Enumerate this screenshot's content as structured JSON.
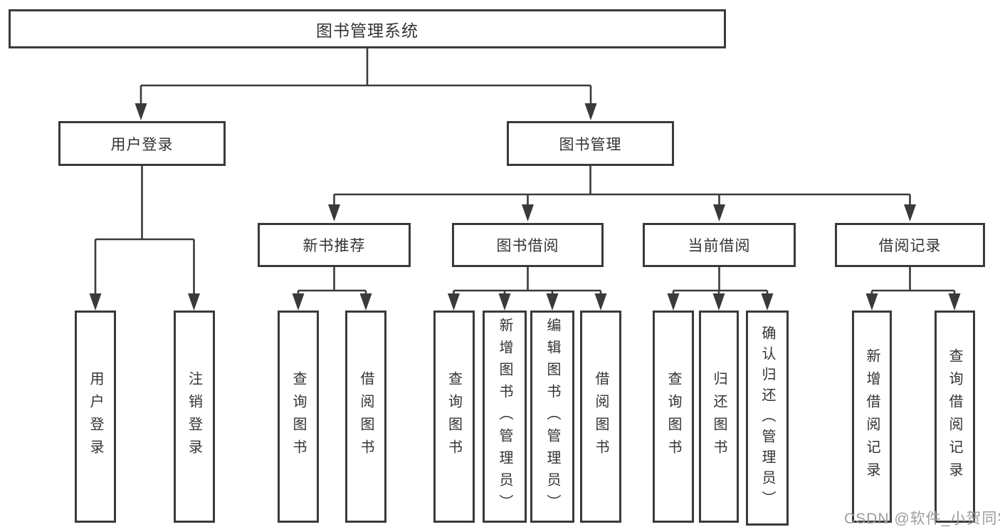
{
  "colors": {
    "line": "#3a3a3a",
    "text": "#333333",
    "watermark": "#9c9c9c",
    "background": "#ffffff"
  },
  "watermark": {
    "text": "CSDN @软件_小贺同学"
  },
  "tree": {
    "label": "图书管理系统",
    "children": [
      {
        "label": "用户登录",
        "children": [
          {
            "label": "用户登录"
          },
          {
            "label": "注销登录"
          }
        ]
      },
      {
        "label": "图书管理",
        "children": [
          {
            "label": "新书推荐",
            "children": [
              {
                "label": "查询图书"
              },
              {
                "label": "借阅图书"
              }
            ]
          },
          {
            "label": "图书借阅",
            "children": [
              {
                "label": "查询图书"
              },
              {
                "label": "新增图书（管理员）"
              },
              {
                "label": "编辑图书（管理员）"
              },
              {
                "label": "借阅图书"
              }
            ]
          },
          {
            "label": "当前借阅",
            "children": [
              {
                "label": "查询图书"
              },
              {
                "label": "归还图书"
              },
              {
                "label": "确认归还（管理员）"
              }
            ]
          },
          {
            "label": "借阅记录",
            "children": [
              {
                "label": "新增借阅记录"
              },
              {
                "label": "查询借阅记录"
              }
            ]
          }
        ]
      }
    ]
  }
}
